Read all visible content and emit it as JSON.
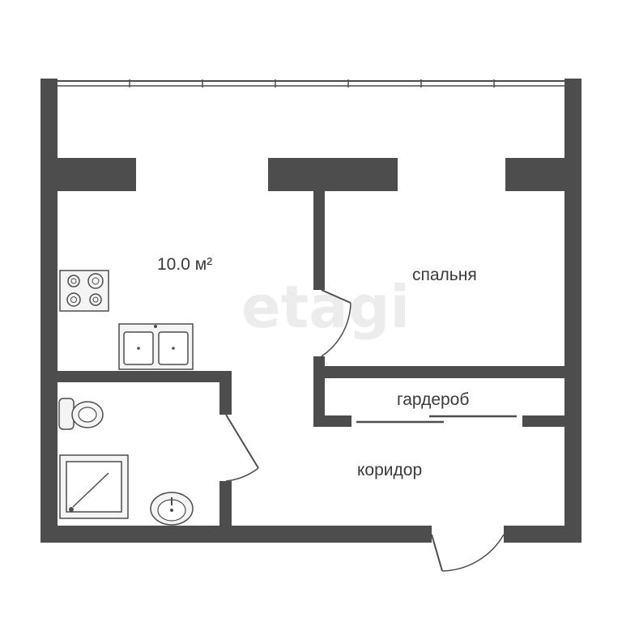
{
  "rooms": {
    "kitchen_area": "10.0 м²",
    "bedroom": "спальня",
    "wardrobe": "гардероб",
    "corridor": "коридор"
  },
  "watermark": "etagi",
  "colors": {
    "wall": "#4d4d4d",
    "background": "#ffffff",
    "label": "#3a3a3a"
  }
}
